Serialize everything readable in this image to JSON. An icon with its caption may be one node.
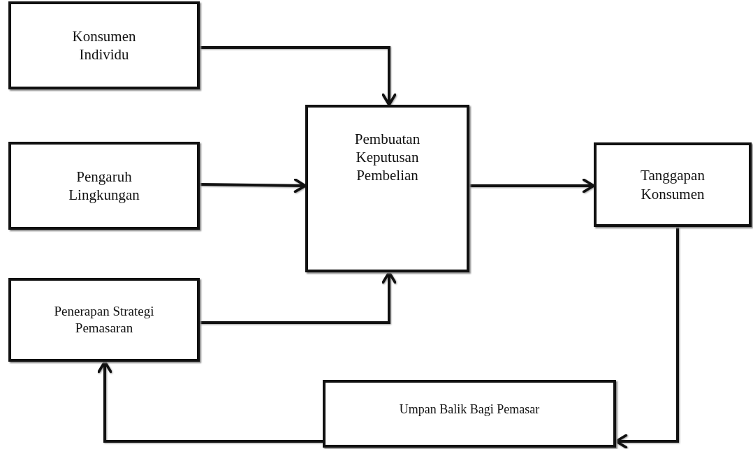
{
  "diagram": {
    "nodes": [
      {
        "text": [
          "Konsumen Individu"
        ]
      },
      {
        "text": [
          "Pengaruh Lingkungan"
        ]
      },
      {
        "text": [
          "Penerapan Strategi Pemasaran"
        ]
      },
      {
        "text": [
          "Pembuatan Keputusan Pembelian"
        ]
      },
      {
        "text": [
          "Tanggapan Konsumen"
        ]
      },
      {
        "text": [
          "Umpan Balik Bagi Pemasar"
        ]
      }
    ],
    "edges": [
      {
        "from": 0,
        "to": 3,
        "arrow": "to"
      },
      {
        "from": 1,
        "to": 3,
        "arrow": "to"
      },
      {
        "from": 2,
        "to": 3,
        "arrow": "to"
      },
      {
        "from": 3,
        "to": 4,
        "arrow": "to"
      },
      {
        "from": 4,
        "to": 5,
        "arrow": "to"
      },
      {
        "from": 5,
        "to": 2,
        "arrow": "to"
      }
    ]
  }
}
